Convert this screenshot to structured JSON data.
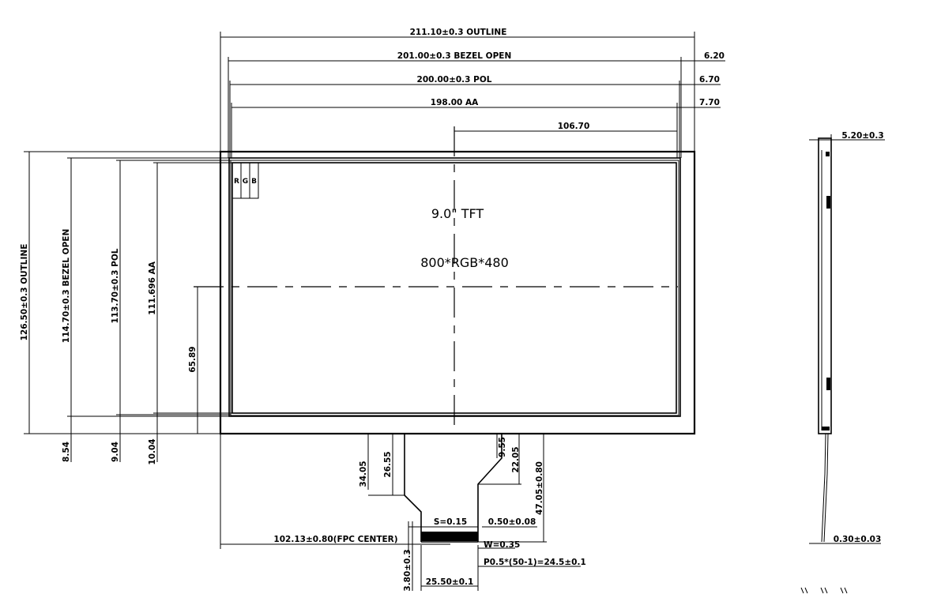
{
  "product": {
    "size_label": "9.0\" TFT",
    "resolution_label": "800*RGB*480"
  },
  "rgb_cells": [
    "R",
    "G",
    "B"
  ],
  "top_dimensions": {
    "outline": "211.10±0.3 OUTLINE",
    "bezel_open": "201.00±0.3 BEZEL OPEN",
    "pol": "200.00±0.3 POL",
    "aa": "198.00 AA",
    "center": "106.70",
    "bezel_offset": "6.20",
    "pol_offset": "6.70",
    "aa_offset": "7.70"
  },
  "left_dimensions": {
    "outline": "126.50±0.3 OUTLINE",
    "bezel_open": "114.70±0.3 BEZEL OPEN",
    "pol": "113.70±0.3 POL",
    "aa": "111.696 AA",
    "center": "65.89",
    "bezel_offset": "8.54",
    "pol_offset": "9.04",
    "aa_offset": "10.04"
  },
  "fpc_dimensions": {
    "length_total": "34.05",
    "length_upper": "26.55",
    "right_width": "9.55",
    "right_height": "22.05",
    "total_height": "47.05±0.80",
    "pitch_space": "S=0.15",
    "pitch_pad": "0.50±0.08",
    "pad_width": "W=0.35",
    "pitch_formula": "P0.5*(50-1)=24.5±0.1",
    "fpc_center": "102.13±0.80(FPC CENTER)",
    "pad_height": "3.80±0.3",
    "fpc_width": "25.50±0.1"
  },
  "side_view": {
    "thickness": "5.20±0.3",
    "fpc_thickness": "0.30±0.03"
  }
}
